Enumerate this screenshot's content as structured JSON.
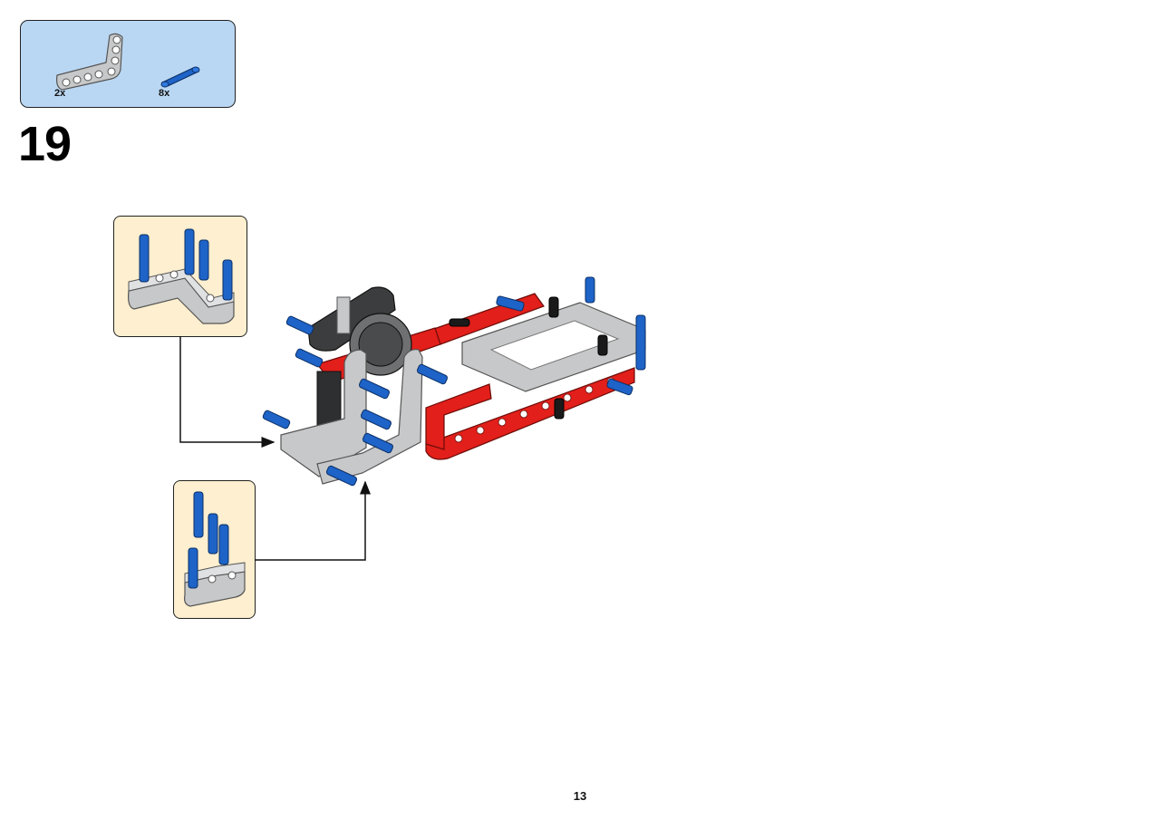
{
  "parts_list": {
    "items": [
      {
        "part": "l-shaped-liftarm-light-gray",
        "quantity": "2x"
      },
      {
        "part": "connector-pin-blue",
        "quantity": "8x"
      }
    ]
  },
  "step": {
    "number": "19"
  },
  "page": {
    "number": "13"
  },
  "colors": {
    "parts_box_bg": "#b9d7f3",
    "callout_bg": "#fdefcf",
    "red_beam": "#e21f1a",
    "blue_pin": "#1e63c7",
    "light_gray": "#c7c8c9",
    "dark_gray": "#3c3d3e"
  }
}
